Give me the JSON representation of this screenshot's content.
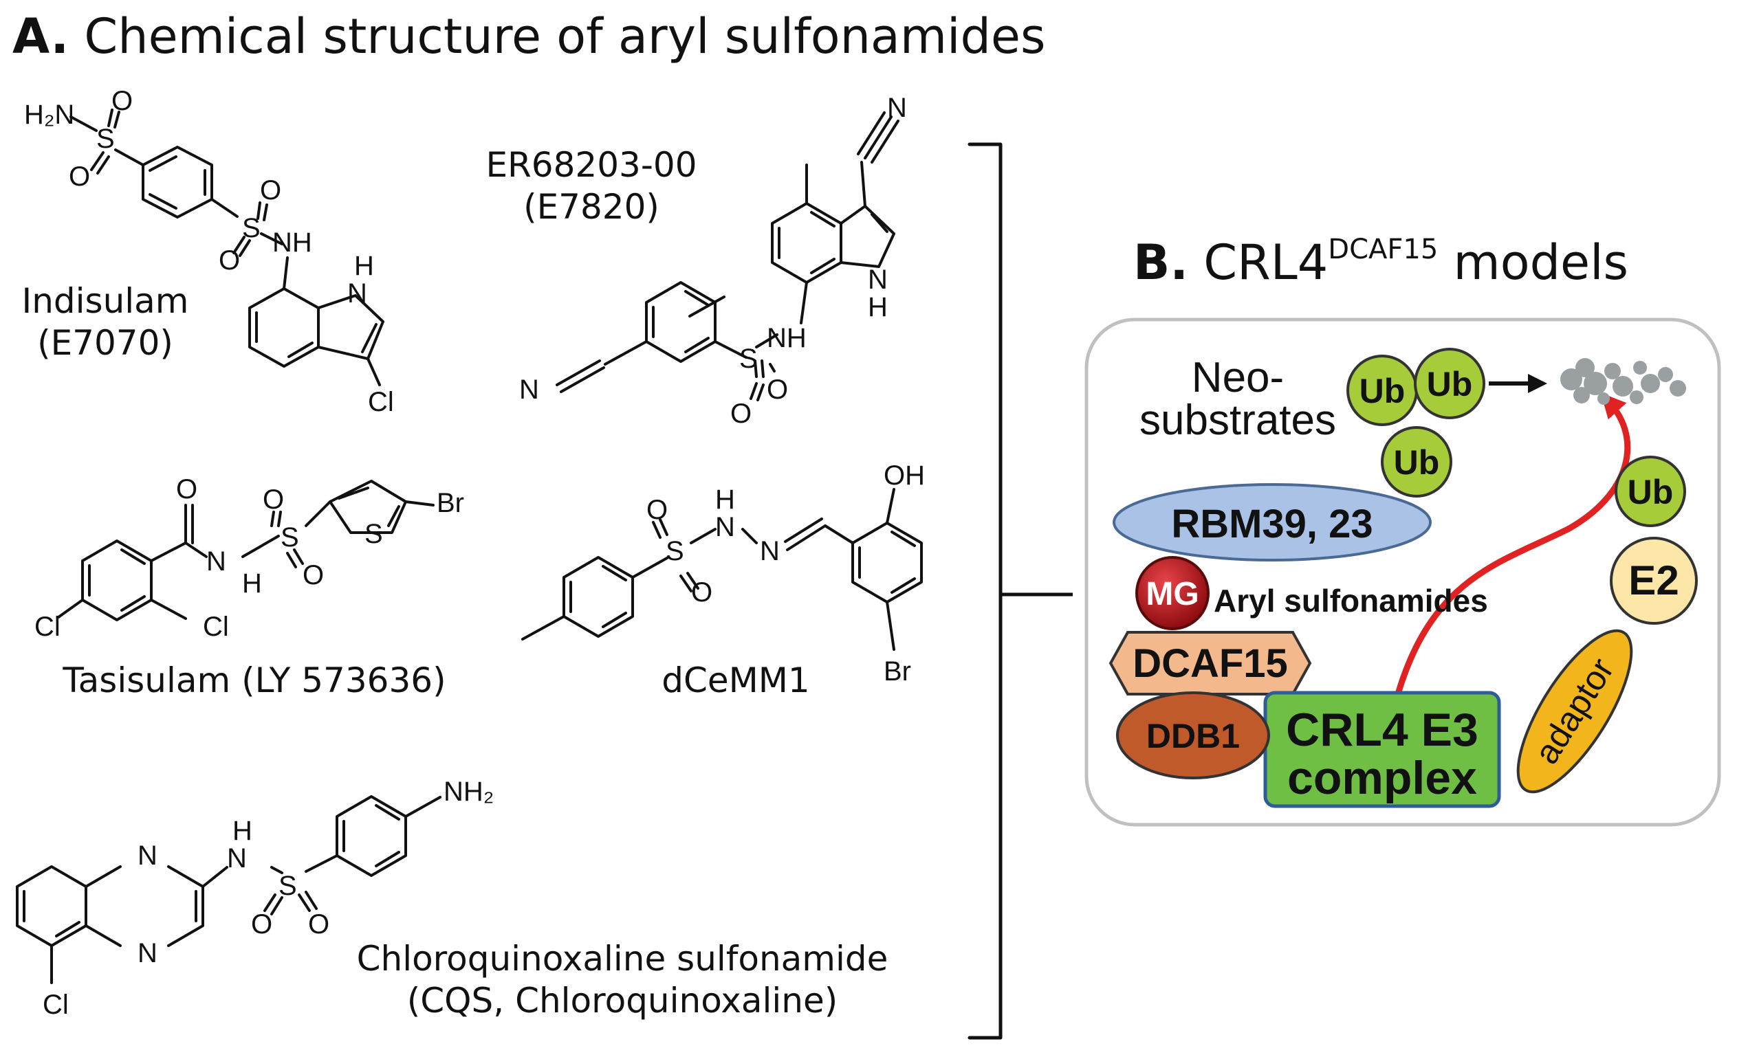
{
  "panel_a": {
    "letter": "A.",
    "title": "Chemical structure of aryl sulfonamides",
    "compounds": {
      "indisulam": {
        "name": "Indisulam",
        "code": "(E7070)"
      },
      "er68203": {
        "name": "ER68203-00",
        "code": "(E7820)"
      },
      "tasisulam": {
        "name": "Tasisulam (LY 573636)"
      },
      "dcemm1": {
        "name": "dCeMM1"
      },
      "cqs": {
        "name": "Chloroquinoxaline sulfonamide",
        "code": "(CQS, Chloroquinoxaline)"
      }
    },
    "atoms": {
      "h2n": "H₂N",
      "s": "S",
      "o": "O",
      "nh": "NH",
      "n": "N",
      "h": "H",
      "cl": "Cl",
      "br": "Br",
      "oh": "OH",
      "nh2": "NH₂"
    }
  },
  "panel_b": {
    "letter": "B.",
    "title": "CRL4",
    "title_sup": "DCAF15",
    "title_suffix": "models",
    "labels": {
      "neo_line1": "Neo-",
      "neo_line2": "substrates",
      "rbm": "RBM39, 23",
      "mg": "MG",
      "aryl": "Aryl sulfonamides",
      "dcaf15": "DCAF15",
      "ddb1": "DDB1",
      "crl4_line1": "CRL4 E3",
      "crl4_line2": "complex",
      "adaptor": "adaptor",
      "e2": "E2",
      "ub": "Ub"
    },
    "colors": {
      "ub": "#a6cc3a",
      "rbm": "#a9c2e6",
      "mg": "#c0161c",
      "dcaf15": "#f3b88c",
      "ddb1": "#c15a2a",
      "crl4": "#6fbf44",
      "adaptor": "#f2b61c",
      "e2": "#fde7a8",
      "arrow": "#e02222",
      "degraded": "#9aa0a2"
    }
  }
}
